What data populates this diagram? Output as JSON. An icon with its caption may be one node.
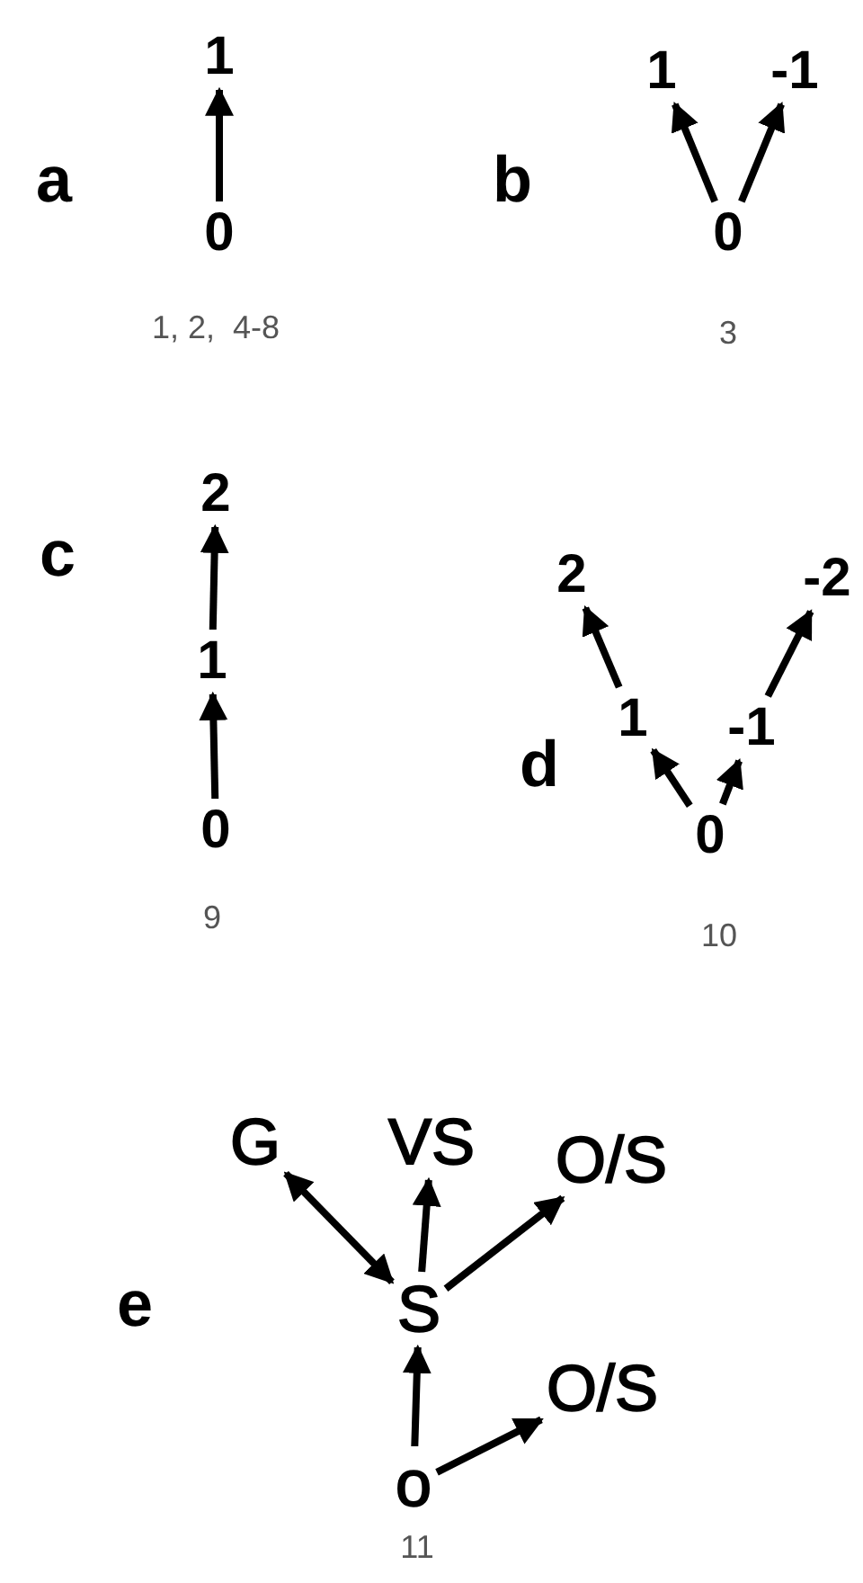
{
  "diagram": {
    "nodes": [
      {
        "text": [
          "1"
        ]
      },
      {
        "text": [
          "0"
        ]
      },
      {
        "text": [
          "1"
        ]
      },
      {
        "text": [
          "-1"
        ]
      },
      {
        "text": [
          "0"
        ]
      },
      {
        "text": [
          "2"
        ]
      },
      {
        "text": [
          "1"
        ]
      },
      {
        "text": [
          "0"
        ]
      },
      {
        "text": [
          "2"
        ]
      },
      {
        "text": [
          "1"
        ]
      },
      {
        "text": [
          "-1"
        ]
      },
      {
        "text": [
          "-2"
        ]
      },
      {
        "text": [
          "0"
        ]
      },
      {
        "text": [
          "G"
        ]
      },
      {
        "text": [
          "VS"
        ]
      },
      {
        "text": [
          "O/S"
        ]
      },
      {
        "text": [
          "S"
        ]
      },
      {
        "text": [
          "O/S"
        ]
      },
      {
        "text": [
          "o"
        ]
      }
    ],
    "edges": [
      {
        "from": 1,
        "to": 0,
        "arrow": "to"
      },
      {
        "from": 4,
        "to": 2,
        "arrow": "to"
      },
      {
        "from": 4,
        "to": 3,
        "arrow": "to"
      },
      {
        "from": 7,
        "to": 6,
        "arrow": "to"
      },
      {
        "from": 6,
        "to": 5,
        "arrow": "to"
      },
      {
        "from": 12,
        "to": 9,
        "arrow": "to"
      },
      {
        "from": 9,
        "to": 8,
        "arrow": "to"
      },
      {
        "from": 12,
        "to": 10,
        "arrow": "to"
      },
      {
        "from": 10,
        "to": 11,
        "arrow": "to"
      },
      {
        "from": 16,
        "to": 13,
        "arrow": "both"
      },
      {
        "from": 16,
        "to": 14,
        "arrow": "to"
      },
      {
        "from": 16,
        "to": 15,
        "arrow": "to"
      },
      {
        "from": 18,
        "to": 16,
        "arrow": "to"
      },
      {
        "from": 18,
        "to": 17,
        "arrow": "to"
      }
    ],
    "labels": [
      "a",
      "1, 2,  4-8",
      "b",
      "3",
      "c",
      "9",
      "d",
      "10",
      "e",
      "11"
    ]
  }
}
